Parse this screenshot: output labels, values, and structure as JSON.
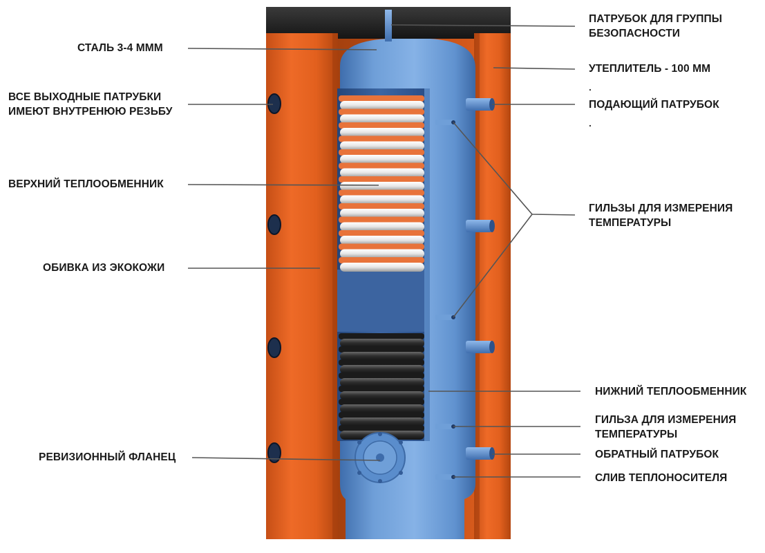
{
  "colors": {
    "jacket_orange": "#e0601f",
    "jacket_orange_dark": "#a9410f",
    "tank_blue": "#6f9ed6",
    "tank_blue_dark": "#3e6fae",
    "lid_black": "#242424",
    "coil_copper": "#e8733a",
    "coil_white": "#f2f2f2",
    "coil_dark": "#2d2d2d",
    "leader_line": "#555555"
  },
  "labels": {
    "steel": "СТАЛЬ 3-4 МММ",
    "outlets": [
      "ВСЕ ВЫХОДНЫЕ ПАТРУБКИ",
      "ИМЕЮТ ВНУТРЕНЮЮ РЕЗЬБУ"
    ],
    "upper_exchanger": "ВЕРХНИЙ ТЕПЛООБМЕННИК",
    "eco_leather": "ОБИВКА ИЗ ЭКОКОЖИ",
    "inspection_flange": "РЕВИЗИОННЫЙ ФЛАНЕЦ",
    "safety_group": [
      "ПАТРУБОК ДЛЯ ГРУППЫ",
      "БЕЗОПАСНОСТИ"
    ],
    "insulation": "УТЕПЛИТЕЛЬ - 100 ММ",
    "supply_pipe": "ПОДАЮЩИЙ ПАТРУБОК",
    "sleeves": [
      "ГИЛЬЗЫ ДЛЯ ИЗМЕРЕНИЯ",
      "ТЕМПЕРАТУРЫ"
    ],
    "lower_exchanger": "НИЖНИЙ ТЕПЛООБМЕННИК",
    "sleeve_single": [
      "ГИЛЬЗА ДЛЯ ИЗМЕРЕНИЯ",
      "ТЕМПЕРАТУРЫ"
    ],
    "return_pipe": "ОБРАТНЫЙ ПАТРУБОК",
    "drain": "СЛИВ ТЕПЛОНОСИТЕЛЯ",
    "dot": "."
  },
  "coils": {
    "upper_turns": 13,
    "lower_turns": 8
  }
}
